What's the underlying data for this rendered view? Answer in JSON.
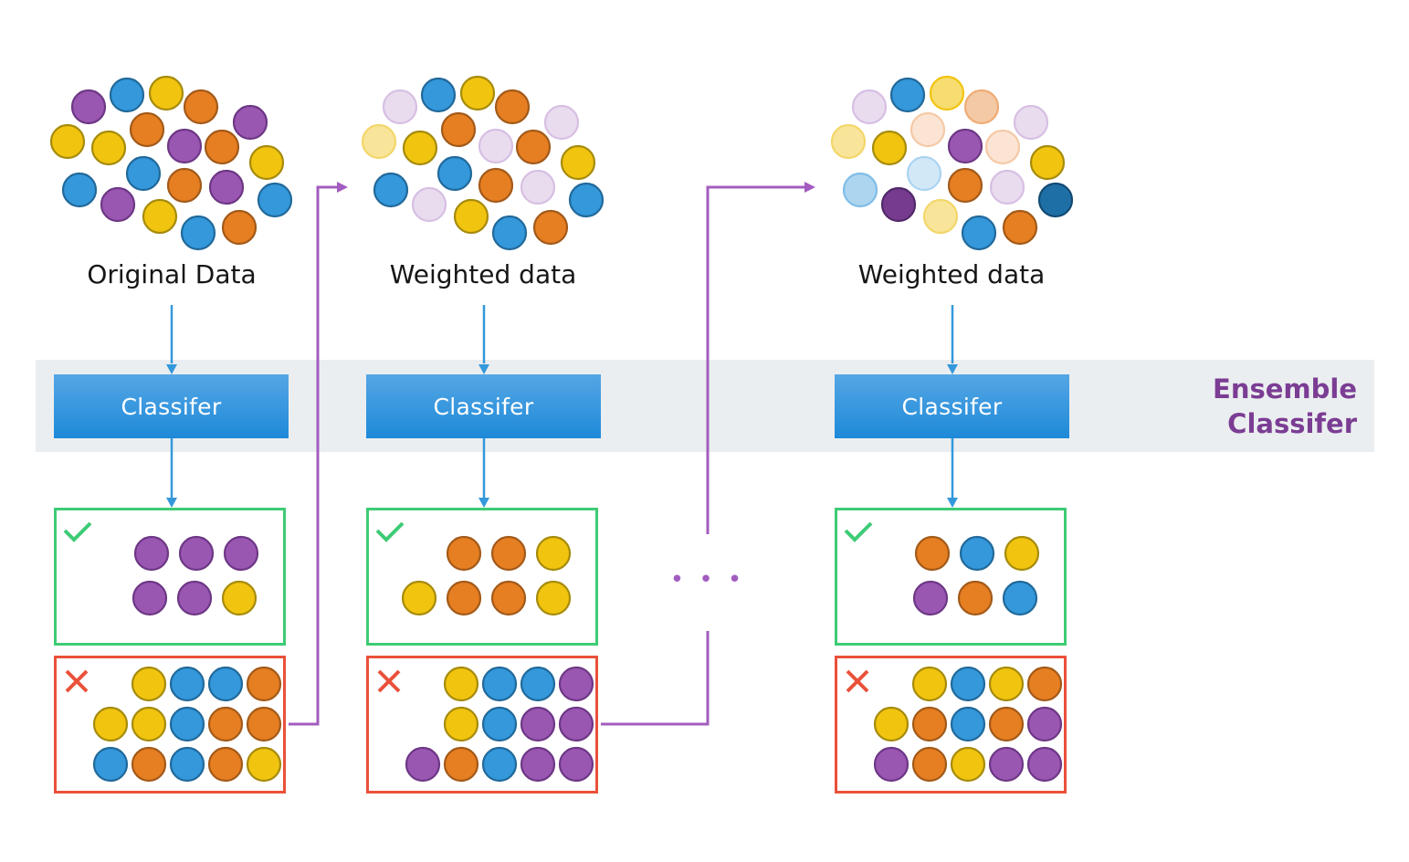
{
  "colors": {
    "purple": "#9a57b2",
    "purple_stroke": "#6d3785",
    "blue": "#3498db",
    "blue_stroke": "#21699a",
    "yellow": "#f1c40f",
    "yellow_stroke": "#a68b0c",
    "orange": "#e67e22",
    "orange_stroke": "#a25a19",
    "pale_purple": "#e9dcef",
    "pale_purple_stroke": "#d7bfe3",
    "pale_yellow": "#f8e59a",
    "pale_yellow_stroke": "#f3d66a",
    "pale_orange": "#fbe4d3",
    "pale_orange_stroke": "#f5c9a6",
    "mid_orange": "#f4c9a5",
    "mid_orange_stroke": "#efac76",
    "pale_blue": "#d3e8f7",
    "pale_blue_stroke": "#abd4f1",
    "light_blue": "#aed5ef",
    "light_blue_stroke": "#7fbde8",
    "mid_yellow": "#f7dc6f",
    "mid_yellow_stroke": "#f1c40f",
    "dark_purple": "#763b8e",
    "dark_purple_stroke": "#52296a",
    "dark_blue": "#1f6fa7",
    "dark_blue_stroke": "#124a72",
    "flow_arrow": "#3498db",
    "loop_arrow": "#a35cbf",
    "band": "#ebeef0",
    "ensemble_label": "#7b3d93",
    "correct_border": "#3ecb76",
    "wrong_border": "#ea513a"
  },
  "ensemble_label": [
    "Ensemble",
    "Classifer"
  ],
  "ellipsis": "• • •",
  "stages": [
    {
      "title": "Original Data",
      "classifier": "Classifer",
      "cluster": [
        "purple",
        "blue",
        "yellow",
        "orange",
        "purple",
        "yellow",
        "yellow",
        "orange",
        "purple",
        "orange",
        "yellow",
        "blue",
        "blue",
        "orange",
        "purple",
        "purple",
        "blue",
        "yellow",
        "blue",
        "orange"
      ],
      "correct_icon": "checkmark-icon",
      "correct": [
        [
          "purple",
          "purple",
          "purple"
        ],
        [
          "purple",
          "purple",
          "yellow"
        ]
      ],
      "wrong_icon": "cross-icon",
      "wrong": [
        [
          "yellow",
          "blue",
          "blue",
          "orange"
        ],
        [
          "yellow",
          "yellow",
          "blue",
          "orange",
          "orange"
        ],
        [
          "blue",
          "orange",
          "blue",
          "orange",
          "yellow"
        ]
      ]
    },
    {
      "title": "Weighted data",
      "classifier": "Classifer",
      "cluster": [
        "pale_purple",
        "blue",
        "yellow",
        "orange",
        "pale_purple",
        "pale_yellow",
        "yellow",
        "orange",
        "pale_purple",
        "orange",
        "yellow",
        "blue",
        "blue",
        "orange",
        "pale_purple",
        "pale_purple",
        "blue",
        "yellow",
        "blue",
        "orange"
      ],
      "correct_icon": "checkmark-icon",
      "correct": [
        [
          "orange",
          "orange",
          "yellow"
        ],
        [
          "yellow",
          "orange",
          "orange",
          "yellow"
        ]
      ],
      "wrong_icon": "cross-icon",
      "wrong": [
        [
          "yellow",
          "blue",
          "blue",
          "purple"
        ],
        [
          "yellow",
          "blue",
          "purple",
          "purple"
        ],
        [
          "purple",
          "orange",
          "blue",
          "purple",
          "purple"
        ]
      ]
    },
    {
      "title": "Weighted data",
      "classifier": "Classifer",
      "cluster": [
        "pale_purple",
        "blue",
        "mid_yellow",
        "mid_orange",
        "pale_purple",
        "pale_yellow",
        "yellow",
        "pale_orange",
        "purple",
        "pale_orange",
        "yellow",
        "pale_blue",
        "light_blue",
        "orange",
        "pale_purple",
        "dark_purple",
        "dark_blue",
        "pale_yellow",
        "blue",
        "orange"
      ],
      "correct_icon": "checkmark-icon",
      "correct": [
        [
          "orange",
          "blue",
          "yellow"
        ],
        [
          "purple",
          "orange",
          "blue"
        ]
      ],
      "wrong_icon": "cross-icon",
      "wrong": [
        [
          "yellow",
          "blue",
          "yellow",
          "orange"
        ],
        [
          "yellow",
          "orange",
          "blue",
          "orange",
          "purple"
        ],
        [
          "purple",
          "orange",
          "yellow",
          "purple",
          "purple"
        ]
      ]
    }
  ]
}
